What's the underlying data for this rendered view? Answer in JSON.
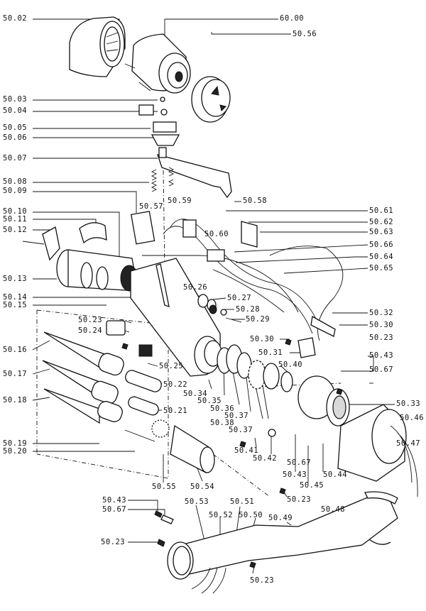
{
  "labels": {
    "l_50_02": "50.02",
    "l_60_00": "60.00",
    "l_50_56": "50.56",
    "l_50_03": "50.03",
    "l_50_04": "50.04",
    "l_50_05": "50.05",
    "l_50_06": "50.06",
    "l_50_07": "50.07",
    "l_50_08": "50.08",
    "l_50_09": "50.09",
    "l_50_10": "50.10",
    "l_50_11": "50.11",
    "l_50_12": "50.12",
    "l_50_13": "50.13",
    "l_50_14": "50.14",
    "l_50_15": "50.15",
    "l_50_16": "50.16",
    "l_50_17": "50.17",
    "l_50_18": "50.18",
    "l_50_19": "50.19",
    "l_50_20": "50.20",
    "l_50_57": "50.57",
    "l_50_59": "50.59",
    "l_50_58": "50.58",
    "l_50_60": "50.60",
    "l_50_61": "50.61",
    "l_50_62": "50.62",
    "l_50_63": "50.63",
    "l_50_66": "50.66",
    "l_50_64": "50.64",
    "l_50_65": "50.65",
    "l_50_26": "50.26",
    "l_50_27": "50.27",
    "l_50_28": "50.28",
    "l_50_29": "50.29",
    "l_50_32": "50.32",
    "l_50_30a": "50.30",
    "l_50_30b": "50.30",
    "l_50_31": "50.31",
    "l_50_23a": "50.23",
    "l_50_24": "50.24",
    "l_50_25": "50.25",
    "l_50_22": "50.22",
    "l_50_21": "50.21",
    "l_50_34": "50.34",
    "l_50_35": "50.35",
    "l_50_36": "50.36",
    "l_50_37a": "50.37",
    "l_50_38": "50.38",
    "l_50_37b": "50.37",
    "l_50_40": "50.40",
    "l_50_23b": "50.23",
    "l_50_43a": "50.43",
    "l_50_67a": "50.67",
    "l_50_33": "50.33",
    "l_50_46": "50.46",
    "l_50_47": "50.47",
    "l_50_41": "50.41",
    "l_50_42": "50.42",
    "l_50_67b": "50.67",
    "l_50_43b": "50.43",
    "l_50_44": "50.44",
    "l_50_45": "50.45",
    "l_50_55": "50.55",
    "l_50_54": "50.54",
    "l_50_23c": "50.23",
    "l_50_43c": "50.43",
    "l_50_67c": "50.67",
    "l_50_53": "50.53",
    "l_50_51": "50.51",
    "l_50_52": "50.52",
    "l_50_50": "50.50",
    "l_50_49": "50.49",
    "l_50_48": "50.48",
    "l_50_23d": "50.23",
    "l_50_23e": "50.23"
  }
}
